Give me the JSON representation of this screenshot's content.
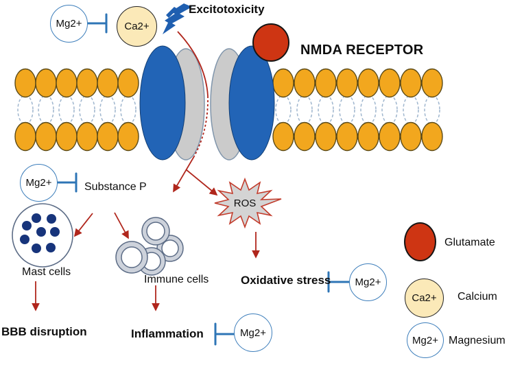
{
  "figure": {
    "excitotoxicity_label": "Excitotoxicity",
    "receptor_label": "NMDA RECEPTOR",
    "substance_p_label": "Substance P",
    "ros_label": "ROS",
    "mast_cells_label": "Mast cells",
    "immune_cells_label": "Immune cells",
    "bbb_disruption_label": "BBB disruption",
    "inflammation_label": "Inflammation",
    "oxidative_stress_label": "Oxidative stress",
    "ions": {
      "mg": "Mg2+",
      "ca": "Ca2+"
    },
    "legend": {
      "items": [
        {
          "symbol": "glutamate-circle",
          "label": "Glutamate"
        },
        {
          "symbol": "calcium-circle",
          "symbol_text": "Ca2+",
          "label": "Calcium"
        },
        {
          "symbol": "magnesium-circle",
          "symbol_text": "Mg2+",
          "label": "Magnesium"
        }
      ]
    },
    "colors": {
      "membrane_orange": "#F2A71E",
      "membrane_head_stroke": "#5B4A18",
      "tail_stroke": "#9FB6CE",
      "receptor_blue": "#2264B6",
      "receptor_gray": "#CBCBCB",
      "glutamate_red": "#CE3513",
      "calcium_cream": "#FBE9B8",
      "magnesium_border_blue": "#3D7EBB",
      "inhibition_blue": "#2E75B6",
      "arrow_red": "#B0261C",
      "ros_fill": "#D4D4D4",
      "ros_border": "#C23B2B",
      "mast_dot_navy": "#17347B",
      "cell_outline": "#5C6C86",
      "immune_ring": "#CDD2DB",
      "bolt_blue": "#1F5FB0"
    }
  }
}
